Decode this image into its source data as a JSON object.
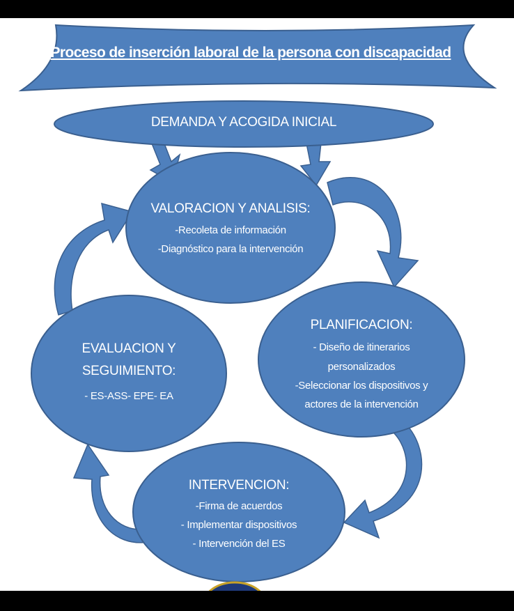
{
  "title": "Proceso de inserción laboral de la persona con discapacidad",
  "colors": {
    "shape_fill": "#4F80BD",
    "shape_stroke": "#3A5F8F",
    "text": "#FFFFFF",
    "background": "#FFFFFF",
    "bands": "#000000"
  },
  "start": {
    "label": "DEMANDA Y ACOGIDA INICIAL"
  },
  "stages": {
    "valoracion": {
      "heading": "VALORACION Y ANALISIS:",
      "lines": [
        "-Recoleta de información",
        "-Diagnóstico para la intervención"
      ]
    },
    "planificacion": {
      "heading": "PLANIFICACION:",
      "lines": [
        "- Diseño de itinerarios",
        "personalizados",
        "-Seleccionar los dispositivos y",
        "actores de la intervención"
      ]
    },
    "intervencion": {
      "heading": "INTERVENCION:",
      "lines": [
        "-Firma de acuerdos",
        "- Implementar dispositivos",
        "- Intervención del ES"
      ]
    },
    "evaluacion": {
      "heading_lines": [
        "EVALUACION Y",
        "SEGUIMIENTO:"
      ],
      "lines": [
        "- ES-ASS- EPE- EA"
      ]
    }
  },
  "footer_logo": {
    "icon": "emblem-icon"
  }
}
